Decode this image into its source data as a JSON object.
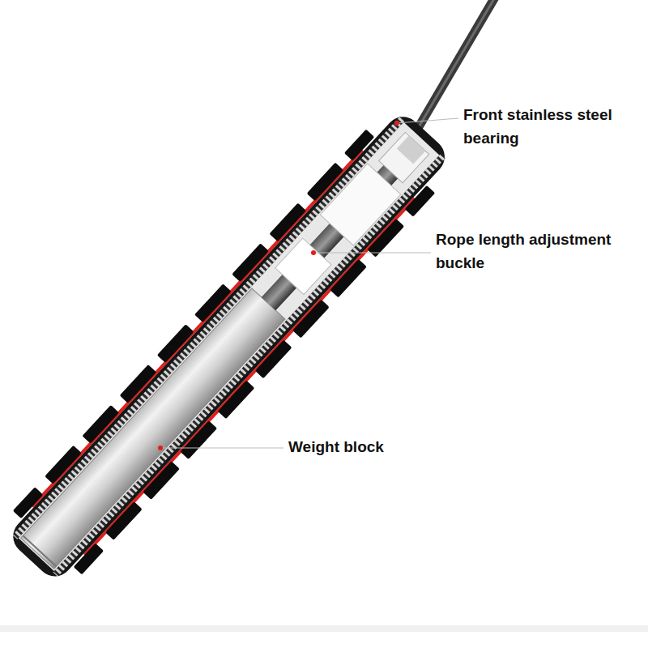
{
  "diagram": {
    "labels": [
      "Front stainless steel bearing",
      "Rope length adjustment buckle",
      "Weight block"
    ]
  }
}
